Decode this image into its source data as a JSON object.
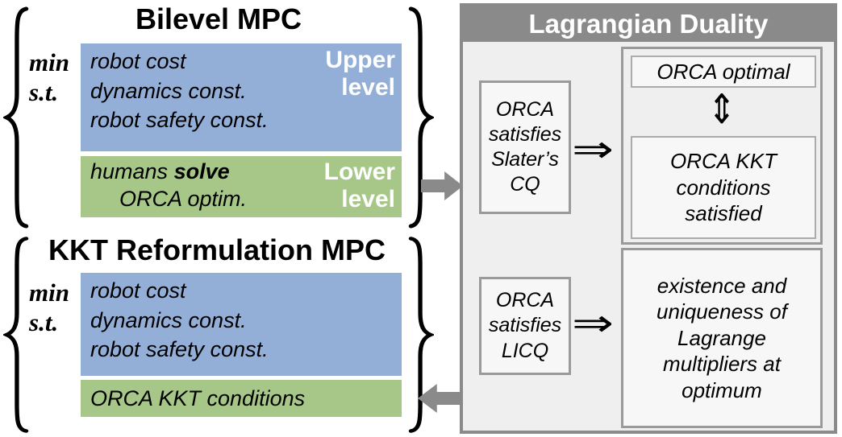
{
  "bilevel_block": {
    "title": "Bilevel MPC",
    "min_label": "min",
    "st_label": "s.t.",
    "upper_box_lines": "robot cost\ndynamics const.\nrobot safety const.",
    "upper_level_label": "Upper\nlevel",
    "lower_line1_normal": "humans ",
    "lower_line1_bold": "solve",
    "lower_line2": "ORCA optim.",
    "lower_level_label": "Lower\nlevel"
  },
  "kkt_block": {
    "title": "KKT Reformulation MPC",
    "min_label": "min",
    "st_label": "s.t.",
    "upper_box_lines": "robot cost\ndynamics const.\nrobot safety const.",
    "green_box_text": "ORCA KKT conditions"
  },
  "duality_panel": {
    "title": "Lagrangian Duality",
    "slater_box": "ORCA\nsatisfies\nSlater’s\nCQ",
    "implies_symbol": "⇒",
    "updown_symbol": "⇕",
    "orca_optimal_box": "ORCA optimal",
    "orca_kkt_box": "ORCA KKT\nconditions\nsatisfied",
    "licq_box": "ORCA\nsatisfies\nLICQ",
    "existence_box": "existence and\nuniqueness of\nLagrange\nmultipliers at\noptimum"
  },
  "colors": {
    "blue_box": "#94afd7",
    "green_box": "#a6c787",
    "panel_gray": "#8a8a8a",
    "panel_bg": "#efefef",
    "arrow_gray": "#8a8a8a"
  }
}
